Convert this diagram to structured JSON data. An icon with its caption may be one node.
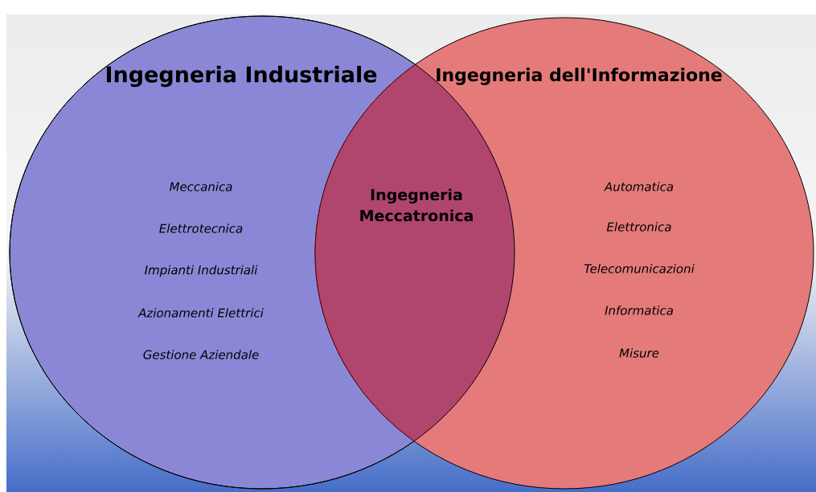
{
  "diagram": {
    "nodes": [
      {
        "text": [
          "Ingegneria Industriale",
          "Meccanica",
          "Elettrotecnica",
          "Impianti Industriali",
          "Azionamenti Elettrici",
          "Gestione Aziendale"
        ]
      },
      {
        "text": [
          "Ingegneria dell'Informazione",
          "Automatica",
          "Elettronica",
          "Telecomunicazioni",
          "Informatica",
          "Misure"
        ]
      }
    ],
    "labels": [
      "Ingegneria Meccatronica"
    ]
  }
}
